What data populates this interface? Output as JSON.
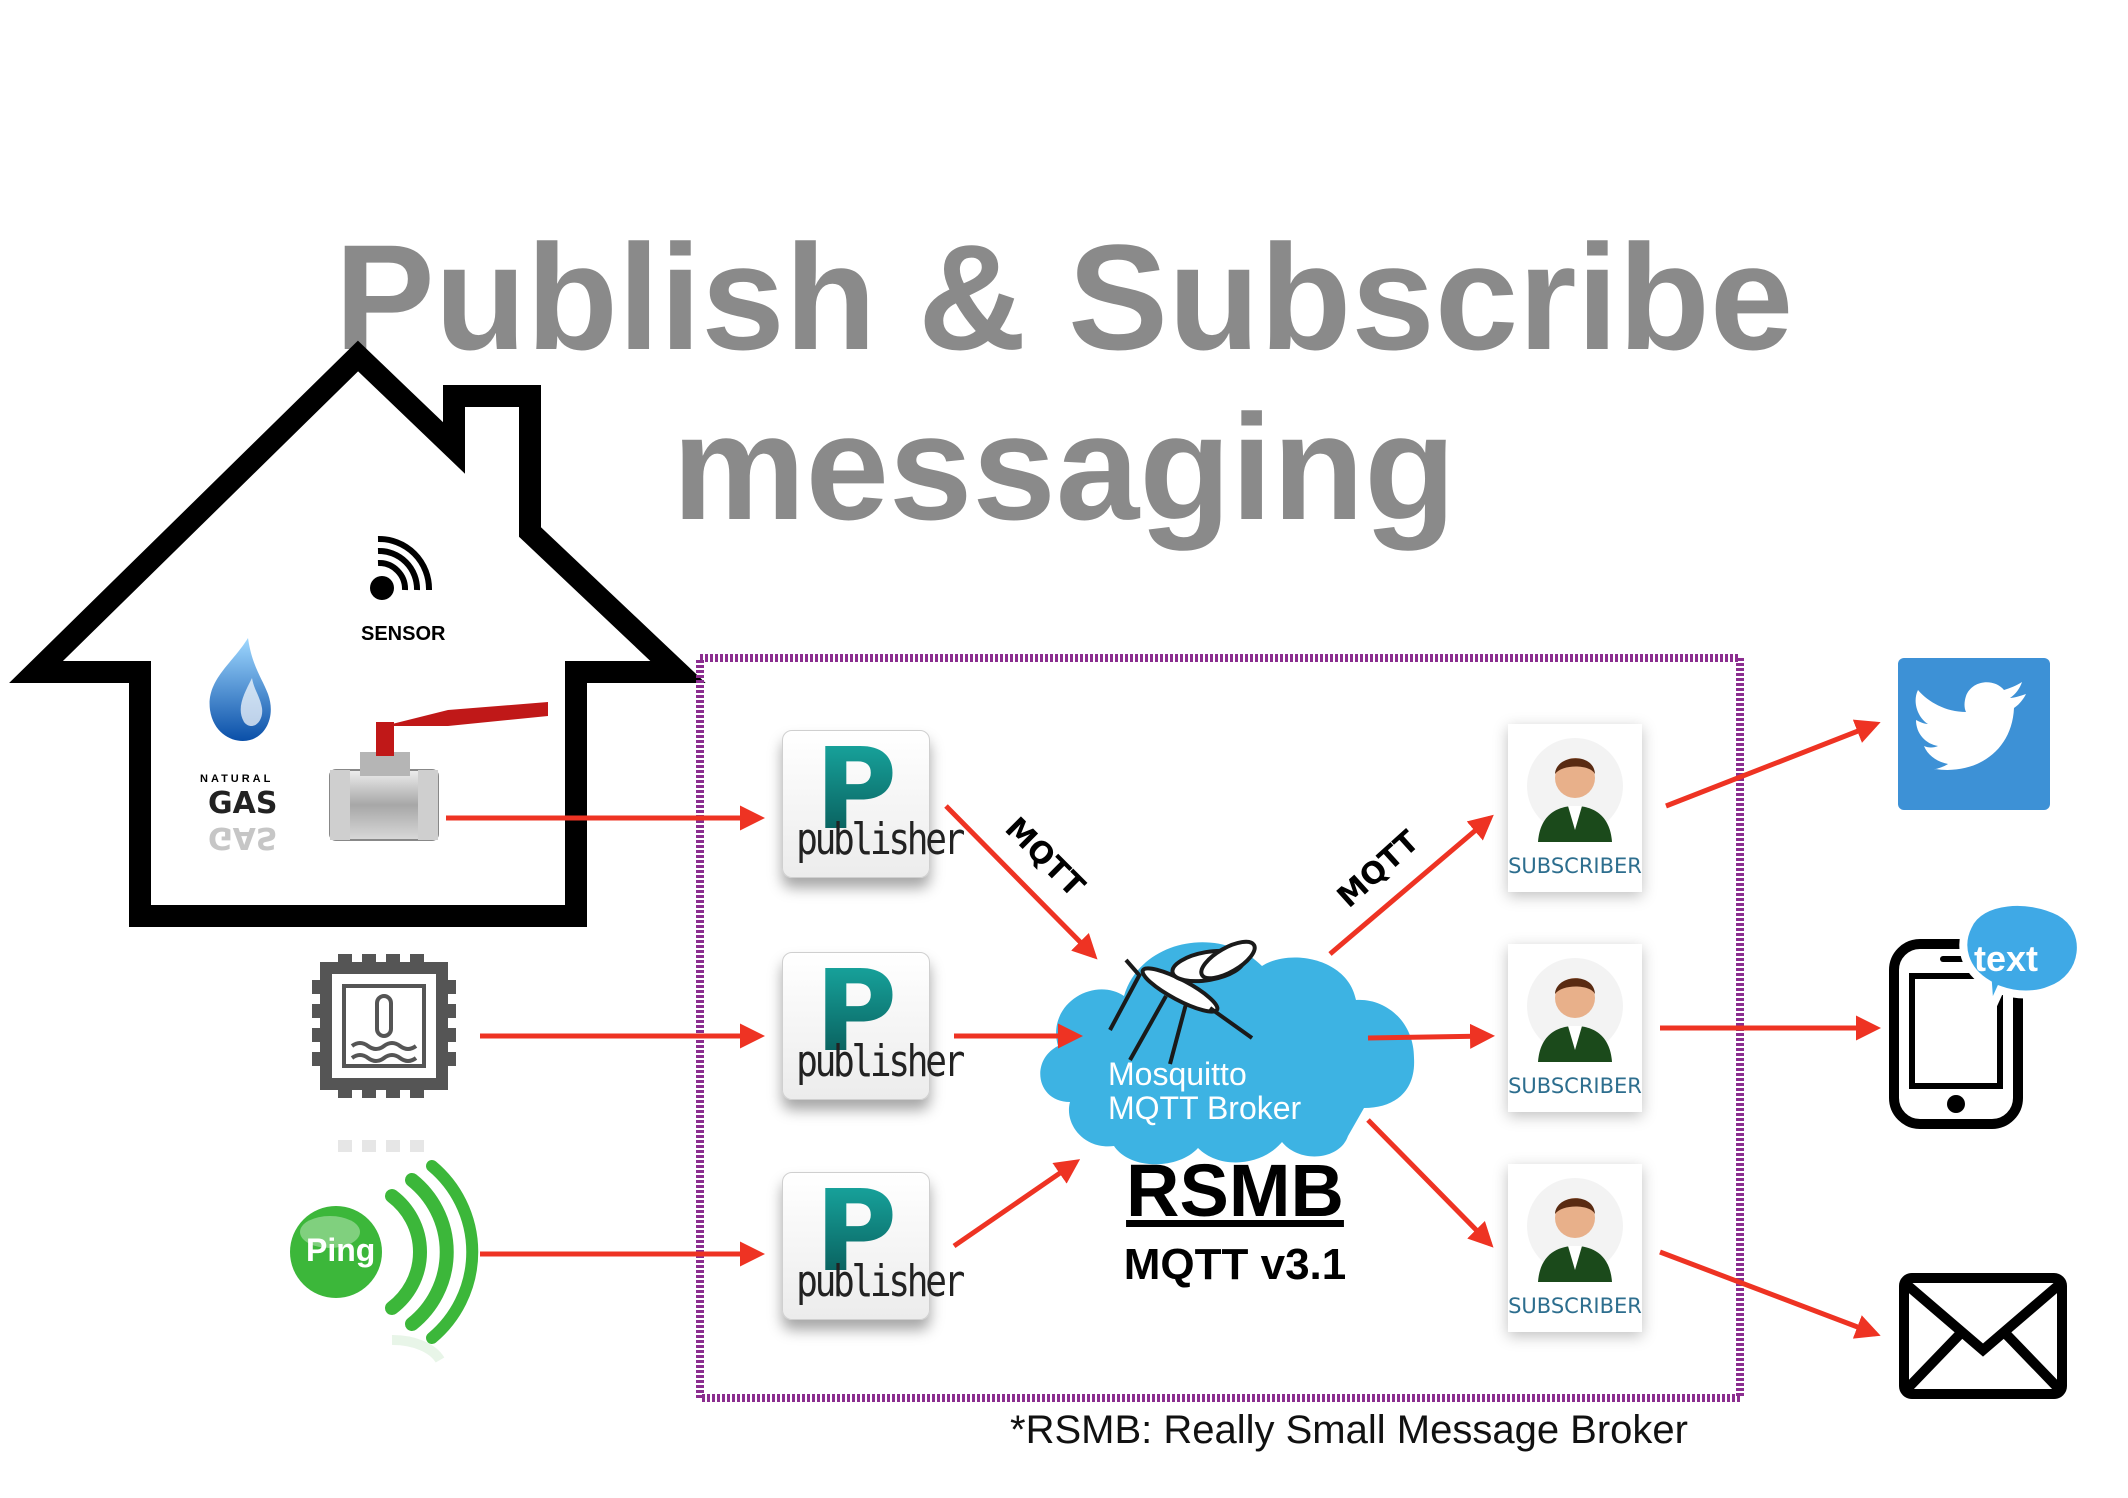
{
  "title": {
    "line1": "Publish & Subscribe",
    "line2": "messaging"
  },
  "house": {
    "sensor_label": "SENSOR",
    "gas_natural": "NATURAL",
    "gas_label": "GAS"
  },
  "sources": {
    "ping_label": "Ping"
  },
  "publishers": [
    {
      "label": "publisher",
      "letter": "P"
    },
    {
      "label": "publisher",
      "letter": "P"
    },
    {
      "label": "publisher",
      "letter": "P"
    }
  ],
  "broker": {
    "line1": "Mosquitto",
    "line2": "MQTT Broker",
    "name": "RSMB",
    "version": "MQTT v3.1"
  },
  "protocol_labels": {
    "pub_side": "MQTT",
    "sub_side": "MQTT"
  },
  "subscribers": [
    {
      "label": "SUBSCRIBER"
    },
    {
      "label": "SUBSCRIBER"
    },
    {
      "label": "SUBSCRIBER"
    }
  ],
  "outputs": {
    "text_bubble": "text"
  },
  "footnote": "*RSMB: Really Small Message Broker",
  "colors": {
    "title": "#8a8a8a",
    "arrow": "#ee3323",
    "box_border": "#8b2d8f",
    "cloud": "#3db3e3",
    "twitter": "#3d91d6",
    "ping": "#3cb73a"
  },
  "icons": [
    "wifi-signal-icon",
    "gas-flame-icon",
    "ball-valve-icon",
    "chip-temperature-icon",
    "ping-icon",
    "twitter-icon",
    "phone-text-icon",
    "envelope-icon",
    "mosquito-icon",
    "user-icon"
  ]
}
